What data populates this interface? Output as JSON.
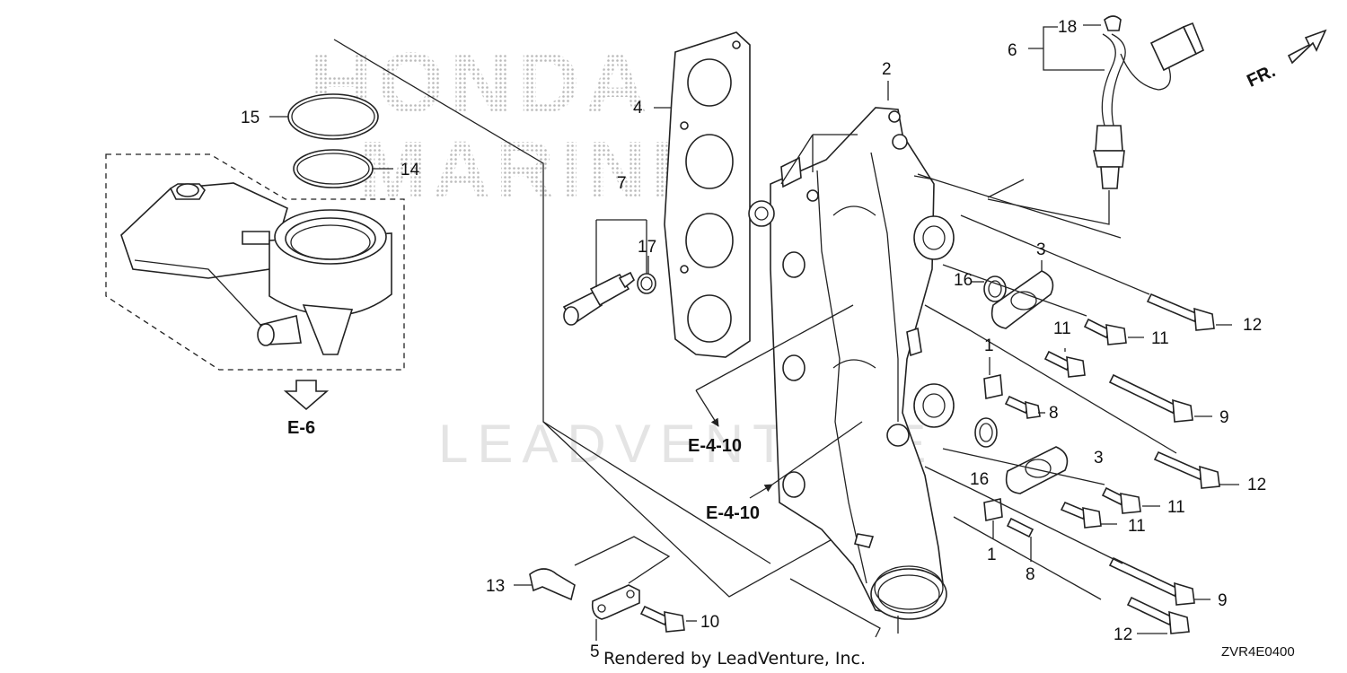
{
  "watermark": {
    "brand_line1": "HONDA",
    "brand_line2": "MARINE",
    "vendor": "LEADVENTURE"
  },
  "callouts": {
    "c1a": "1",
    "c1b": "1",
    "c2a": "2",
    "c3a": "3",
    "c3b": "3",
    "c4": "4",
    "c5": "5",
    "c6": "6",
    "c7": "7",
    "c8a": "8",
    "c8b": "8",
    "c9a": "9",
    "c9b": "9",
    "c10": "10",
    "c11a": "11",
    "c11b": "11",
    "c11c": "11",
    "c11d": "11",
    "c12a": "12",
    "c12b": "12",
    "c12c": "12",
    "c13": "13",
    "c14": "14",
    "c15": "15",
    "c16a": "16",
    "c16b": "16",
    "c17": "17",
    "c18": "18"
  },
  "refs": {
    "e6": "E-6",
    "e410a": "E-4-10",
    "e410b": "E-4-10"
  },
  "front_marker": "FR.",
  "footer": {
    "rendered_by": "Rendered by LeadVenture, Inc.",
    "diagram_code": "ZVR4E0400"
  }
}
